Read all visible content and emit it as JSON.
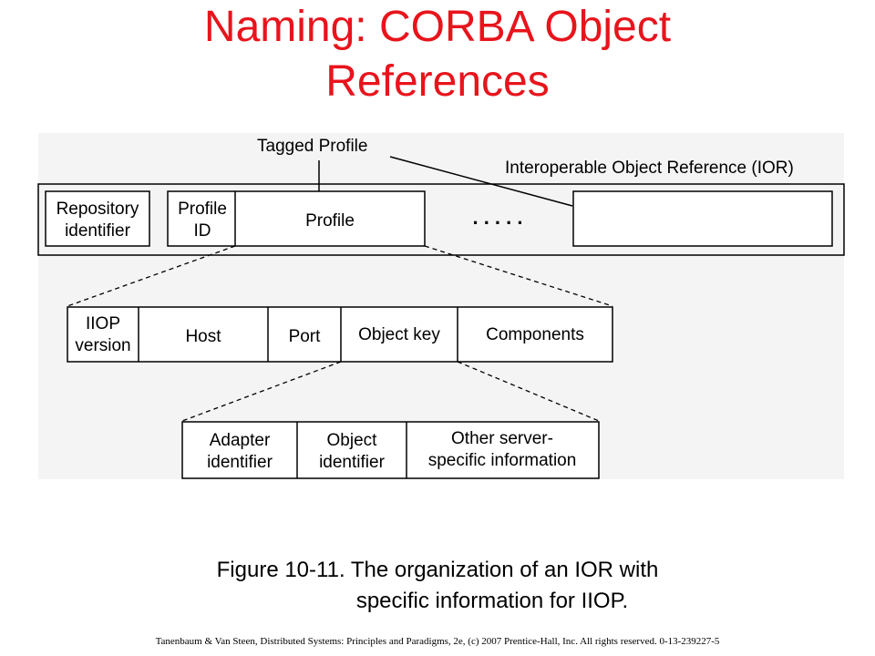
{
  "title": {
    "line1": "Naming: CORBA Object",
    "line2": "References"
  },
  "diagram": {
    "tagged_profile_label": "Tagged Profile",
    "ior_label": "Interoperable Object Reference (IOR)",
    "ior_fields": {
      "repository_identifier": [
        "Repository",
        "identifier"
      ],
      "profile_id": [
        "Profile",
        "ID"
      ],
      "profile": "Profile",
      "ellipsis": ". . . . ."
    },
    "profile_fields": {
      "iiop_version": [
        "IIOP",
        "version"
      ],
      "host": "Host",
      "port": "Port",
      "object_key": "Object key",
      "components": "Components"
    },
    "object_key_fields": {
      "adapter_identifier": [
        "Adapter",
        "identifier"
      ],
      "object_identifier": [
        "Object",
        "identifier"
      ],
      "other_server_specific": [
        "Other server-",
        "specific information"
      ]
    }
  },
  "caption": {
    "line1": "Figure 10-11. The organization  of an IOR with",
    "line2": "specific information for IIOP."
  },
  "footer": "Tanenbaum & Van Steen, Distributed Systems: Principles and Paradigms, 2e, (c) 2007 Prentice-Hall, Inc. All rights reserved. 0-13-239227-5"
}
